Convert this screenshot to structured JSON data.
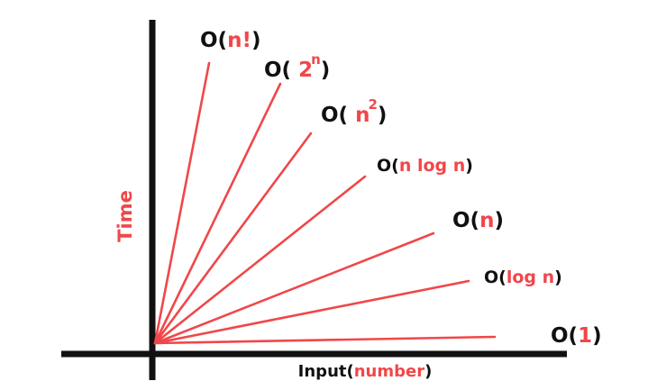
{
  "colors": {
    "background": "#ffffff",
    "axis": "#111111",
    "accent": "#f0474a",
    "text": "#111111"
  },
  "axes": {
    "x_label_prefix": "Input(",
    "x_label_highlight": "number",
    "x_label_suffix": ")",
    "y_label": "Time"
  },
  "curves": [
    {
      "id": "factorial",
      "prefix": "O(",
      "body": "n!",
      "sup": "",
      "suffix": ")"
    },
    {
      "id": "exponential",
      "prefix": "O( ",
      "body": "2",
      "sup": "n",
      "suffix": ")"
    },
    {
      "id": "quadratic",
      "prefix": "O( ",
      "body": "n",
      "sup": "2",
      "suffix": ")"
    },
    {
      "id": "linearithmic",
      "prefix": "O(",
      "body": "n log n",
      "sup": "",
      "suffix": ")"
    },
    {
      "id": "linear",
      "prefix": "O(",
      "body": "n",
      "sup": "",
      "suffix": ")"
    },
    {
      "id": "logarithmic",
      "prefix": "O(",
      "body": "log n",
      "sup": "",
      "suffix": ")"
    },
    {
      "id": "constant",
      "prefix": "O(",
      "body": "1",
      "sup": "",
      "suffix": ")"
    }
  ]
}
